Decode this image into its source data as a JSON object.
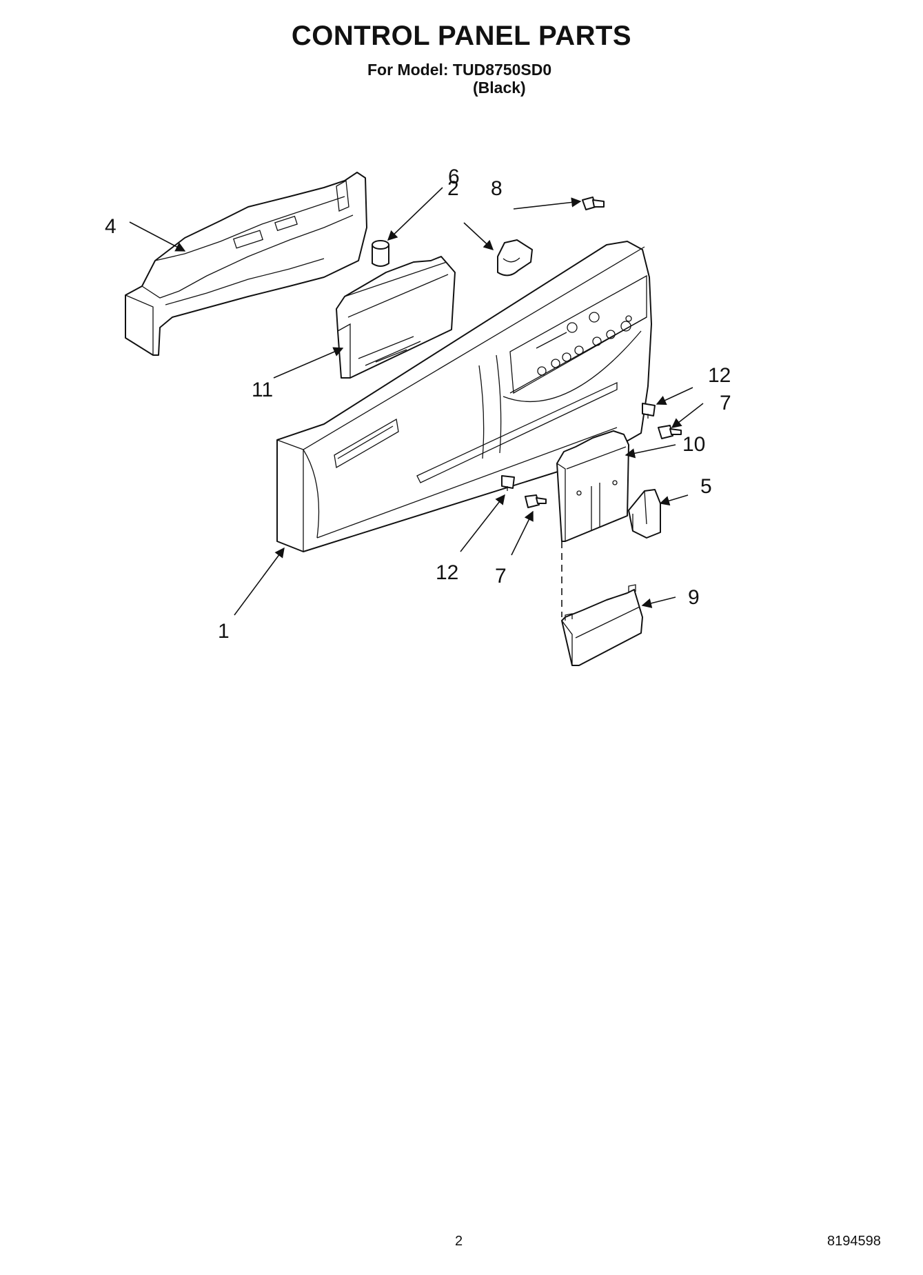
{
  "header": {
    "title": "CONTROL PANEL PARTS",
    "model_line": "For Model: TUD8750SD0",
    "variant": "(Black)"
  },
  "callouts": {
    "c1": "1",
    "c2": "2",
    "c4": "4",
    "c5": "5",
    "c6": "6",
    "c7a": "7",
    "c7b": "7",
    "c8": "8",
    "c9": "9",
    "c10": "10",
    "c11": "11",
    "c12a": "12",
    "c12b": "12"
  },
  "footer": {
    "page_number": "2",
    "doc_number": "8194598"
  }
}
